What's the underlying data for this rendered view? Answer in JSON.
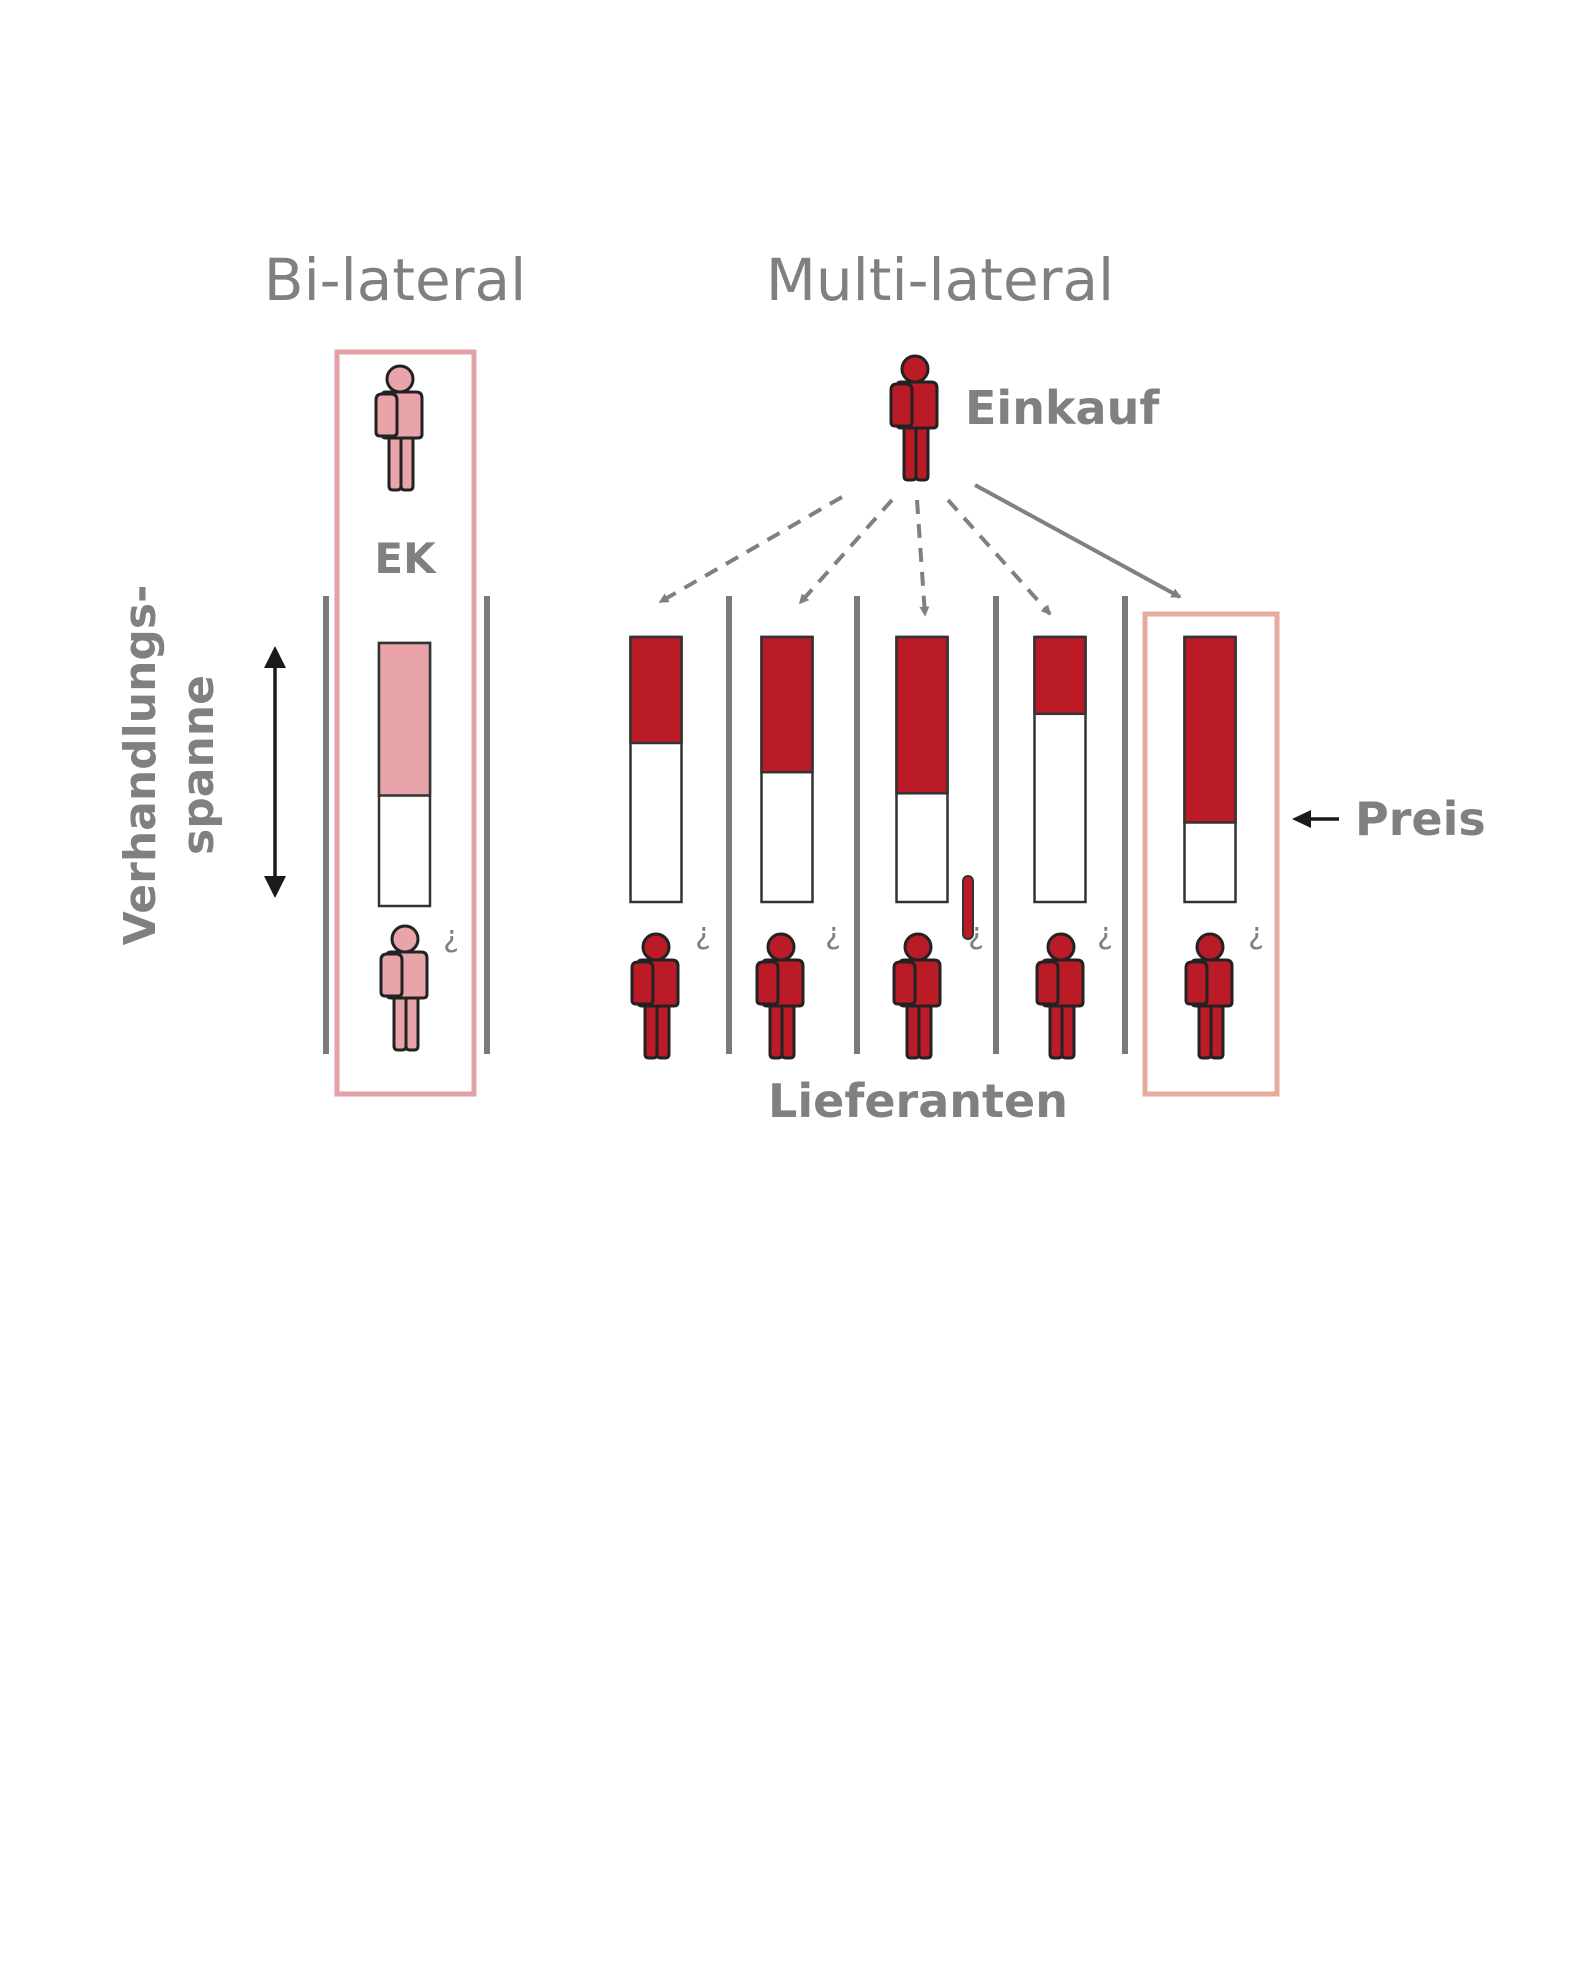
{
  "titles": {
    "bilateral": "Bi-lateral",
    "multilateral": "Multi-lateral"
  },
  "labels": {
    "ek": "EK",
    "einkauf": "Einkauf",
    "preis": "Preis",
    "lieferanten": "Lieferanten",
    "verhandlung_line1": "Verhandlungs-",
    "verhandlung_line2": "spanne",
    "question_mark": "?"
  },
  "bilateral": {
    "bar_fill_fraction": 0.58
  },
  "multilateral": {
    "supplier_bar_fill_fractions": [
      0.4,
      0.51,
      0.59,
      0.29,
      0.7
    ],
    "arrow_styles": [
      "dashed",
      "dashed",
      "dashed",
      "dashed",
      "solid"
    ],
    "selected_supplier_index": 4
  },
  "colors": {
    "text_gray": "#808080",
    "dark_red": "#bb1a27",
    "light_pink": "#e8a4a8",
    "frame_pink": "#e2a1a6",
    "frame_salmon": "#e5ab9c",
    "divider_gray": "#7a7a7a",
    "outline": "#222222",
    "arrow_gray": "#808080",
    "black": "#1a1a1a"
  },
  "icons": {
    "person": "person-icon",
    "double_arrow": "double-arrow-icon",
    "pointer_arrow": "left-arrow-icon"
  }
}
